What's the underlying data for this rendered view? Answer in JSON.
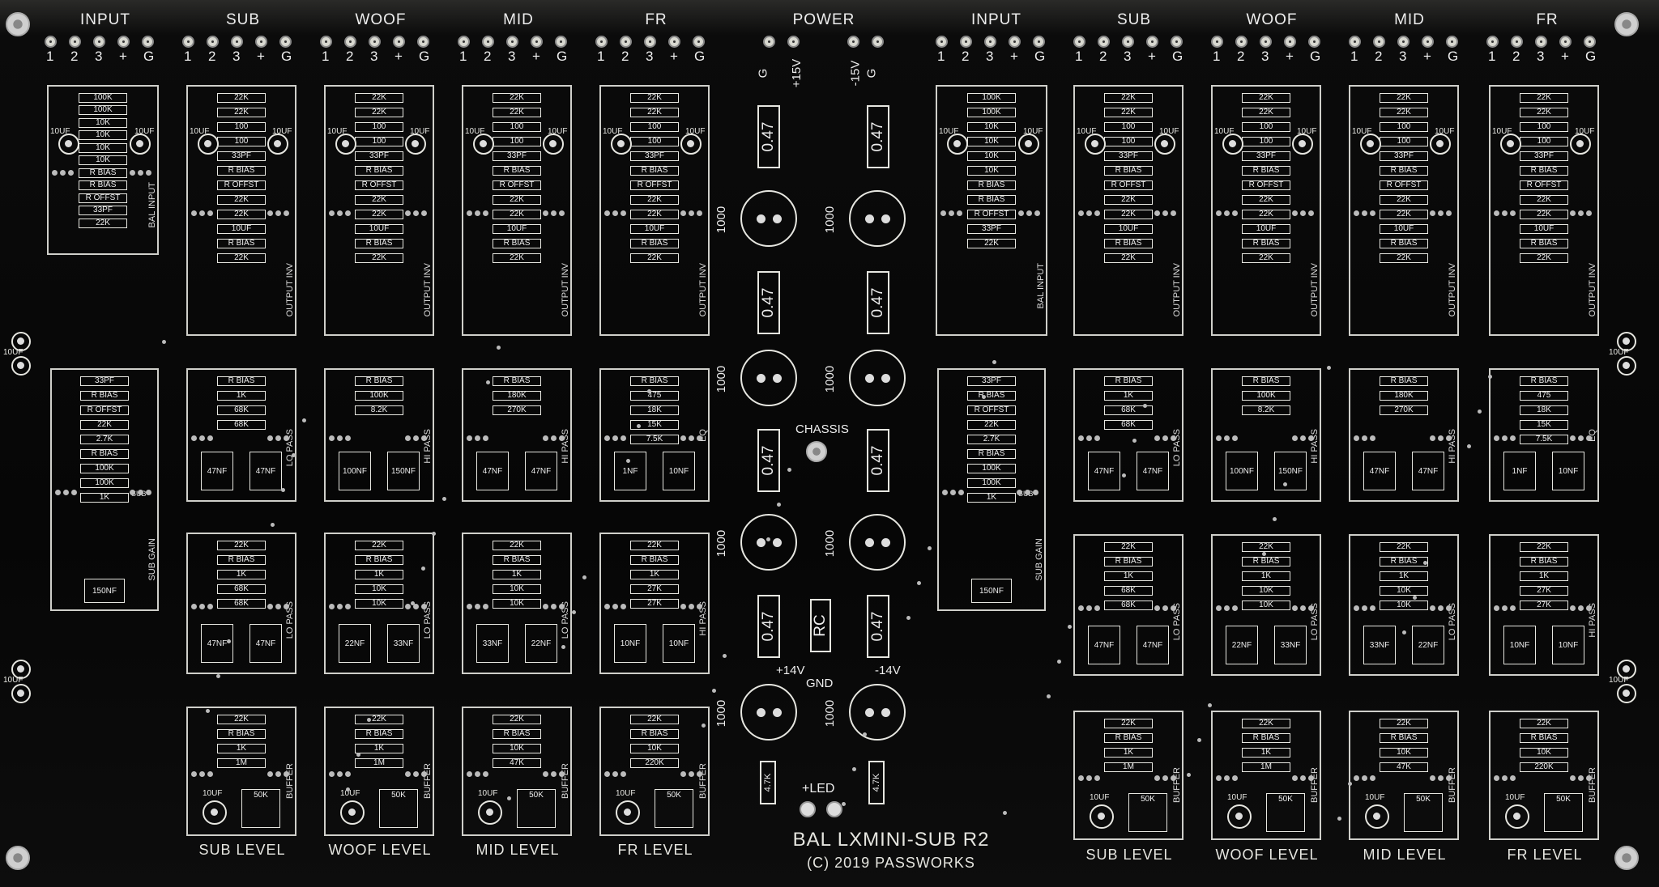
{
  "board": {
    "title": "BAL LXMINI-SUB R2",
    "copyright": "(C) 2019 PASSWORKS"
  },
  "headers": {
    "left": [
      "INPUT",
      "SUB",
      "WOOF",
      "MID",
      "FR"
    ],
    "power": "POWER",
    "right": [
      "INPUT",
      "SUB",
      "WOOF",
      "MID",
      "FR"
    ]
  },
  "pin_labels": [
    "1",
    "2",
    "3",
    "+",
    "G"
  ],
  "power_pins": [
    "G",
    "+15V",
    "-15V",
    "G"
  ],
  "level_labels": {
    "left": [
      "SUB LEVEL",
      "WOOF LEVEL",
      "MID LEVEL",
      "FR LEVEL"
    ],
    "right": [
      "SUB LEVEL",
      "WOOF LEVEL",
      "MID LEVEL",
      "FR LEVEL"
    ]
  },
  "center": {
    "chassis": "CHASSIS",
    "res_047": "0.47",
    "cap_1000": "1000",
    "rc": "RC",
    "plus14": "+14V",
    "minus14": "-14V",
    "gnd": "GND",
    "led": "+LED",
    "r47k": "4.7K"
  },
  "modules": {
    "bal_input": {
      "label": "BAL INPUT",
      "values": [
        "100K",
        "100K",
        "10K",
        "10K",
        "10K",
        "10K",
        "R BIAS",
        "R BIAS",
        "R OFFST",
        "33PF",
        "22K"
      ],
      "caps": [
        "10UF",
        "10UF"
      ]
    },
    "sub_gain": {
      "label": "SUB GAIN",
      "values": [
        "33PF",
        "R BIAS",
        "R OFFST",
        "22K",
        "2.7K",
        "R BIAS",
        "100K",
        "100K",
        "1K"
      ],
      "cap": "150NF",
      "tag": "SUB"
    },
    "output_inv": {
      "label": "OUTPUT INV",
      "values": [
        "22K",
        "22K",
        "100",
        "100",
        "33PF",
        "R BIAS",
        "R OFFST",
        "22K",
        "22K",
        "10UF",
        "R BIAS",
        "22K"
      ],
      "caps": [
        "10UF",
        "10UF"
      ]
    },
    "sub_lo_pass_1": {
      "label": "LO PASS",
      "values": [
        "R BIAS",
        "1K",
        "68K",
        "68K"
      ],
      "caps": [
        "47NF",
        "47NF"
      ]
    },
    "woof_hi_pass": {
      "label": "HI PASS",
      "values": [
        "R BIAS",
        "100K",
        "8.2K"
      ],
      "caps": [
        "100NF",
        "150NF"
      ]
    },
    "mid_hi_pass": {
      "label": "HI PASS",
      "values": [
        "R BIAS",
        "180K",
        "270K"
      ],
      "caps": [
        "47NF",
        "47NF"
      ]
    },
    "fr_eq": {
      "label": "EQ",
      "values": [
        "R BIAS",
        "475",
        "18K",
        "15K",
        "7.5K"
      ],
      "caps": [
        "1NF",
        "10NF"
      ]
    },
    "sub_lo_pass_2": {
      "label": "LO PASS",
      "values": [
        "22K",
        "R BIAS",
        "1K",
        "68K",
        "68K"
      ],
      "caps": [
        "47NF",
        "47NF"
      ]
    },
    "woof_lo_pass": {
      "label": "LO PASS",
      "values": [
        "22K",
        "R BIAS",
        "1K",
        "10K",
        "10K"
      ],
      "caps": [
        "22NF",
        "33NF"
      ]
    },
    "mid_lo_pass": {
      "label": "LO PASS",
      "values": [
        "22K",
        "R BIAS",
        "1K",
        "10K",
        "10K"
      ],
      "caps": [
        "33NF",
        "22NF"
      ]
    },
    "fr_hi_pass": {
      "label": "HI PASS",
      "values": [
        "22K",
        "R BIAS",
        "1K",
        "27K",
        "27K"
      ],
      "caps": [
        "10NF",
        "10NF"
      ]
    },
    "buffer_sub": {
      "label": "BUFFER",
      "values": [
        "22K",
        "R BIAS",
        "1K",
        "1M"
      ],
      "cap": "10UF",
      "pot": "50K"
    },
    "buffer_woof": {
      "label": "BUFFER",
      "values": [
        "22K",
        "R BIAS",
        "1K",
        "1M"
      ],
      "cap": "10UF",
      "pot": "50K"
    },
    "buffer_mid": {
      "label": "BUFFER",
      "values": [
        "22K",
        "R BIAS",
        "10K",
        "47K"
      ],
      "cap": "10UF",
      "pot": "50K"
    },
    "buffer_fr": {
      "label": "BUFFER",
      "values": [
        "22K",
        "R BIAS",
        "10K",
        "220K"
      ],
      "cap": "10UF",
      "pot": "50K"
    }
  },
  "side_caps": {
    "label": "10UF"
  }
}
